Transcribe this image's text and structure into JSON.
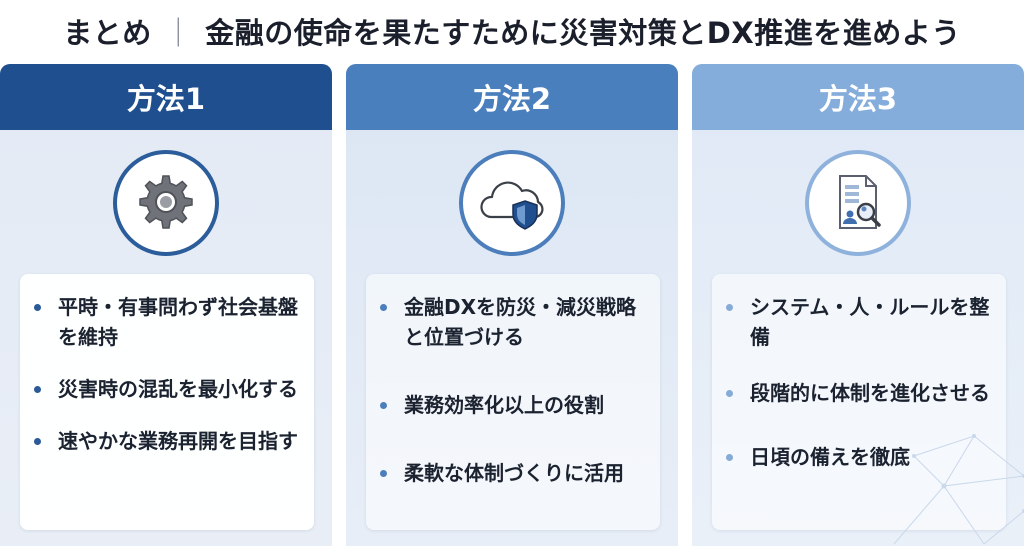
{
  "title": {
    "lead": "まとめ",
    "separator": "｜",
    "main": "金融の使命を果たすために災害対策とDX推進を進めよう"
  },
  "columns": [
    {
      "heading": "方法1",
      "icon": "gear-icon",
      "bullets": [
        "平時・有事問わず社会基盤を維持",
        "災害時の混乱を最小化する",
        "速やかな業務再開を目指す"
      ]
    },
    {
      "heading": "方法2",
      "icon": "cloud-shield-icon",
      "bullets": [
        "金融DXを防災・減災戦略と位置づける",
        "業務効率化以上の役割",
        "柔軟な体制づくりに活用"
      ]
    },
    {
      "heading": "方法3",
      "icon": "document-search-icon",
      "bullets": [
        "システム・人・ルールを整備",
        "段階的に体制を進化させる",
        "日頃の備えを徹底"
      ]
    }
  ],
  "colors": {
    "heading1": "#1f4f8f",
    "heading2": "#4a7fbd",
    "heading3": "#85addb",
    "title_text": "#1a1f2b"
  }
}
